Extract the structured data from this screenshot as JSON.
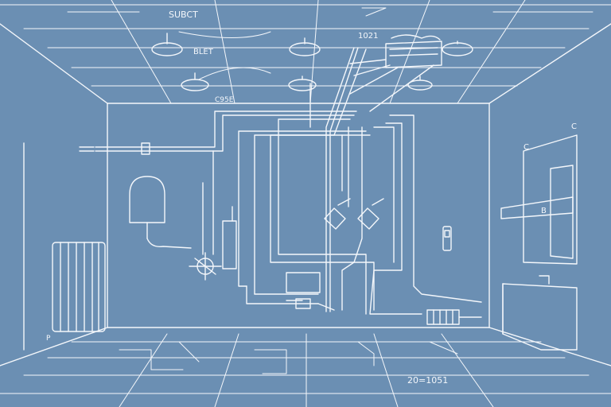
{
  "drawing": {
    "background_color": "#6b8fb3",
    "line_color": "#f4f7fb",
    "labels": {
      "top_banner": "SUBCT",
      "ceiling_note": "BLET",
      "ceiling_number": "1021",
      "wall_marker": "C95E",
      "right_marker_upper": "C",
      "right_marker_wall": "C",
      "left_marker": "P",
      "shelf_mark": "B",
      "date_stamp": "20=1051"
    }
  }
}
